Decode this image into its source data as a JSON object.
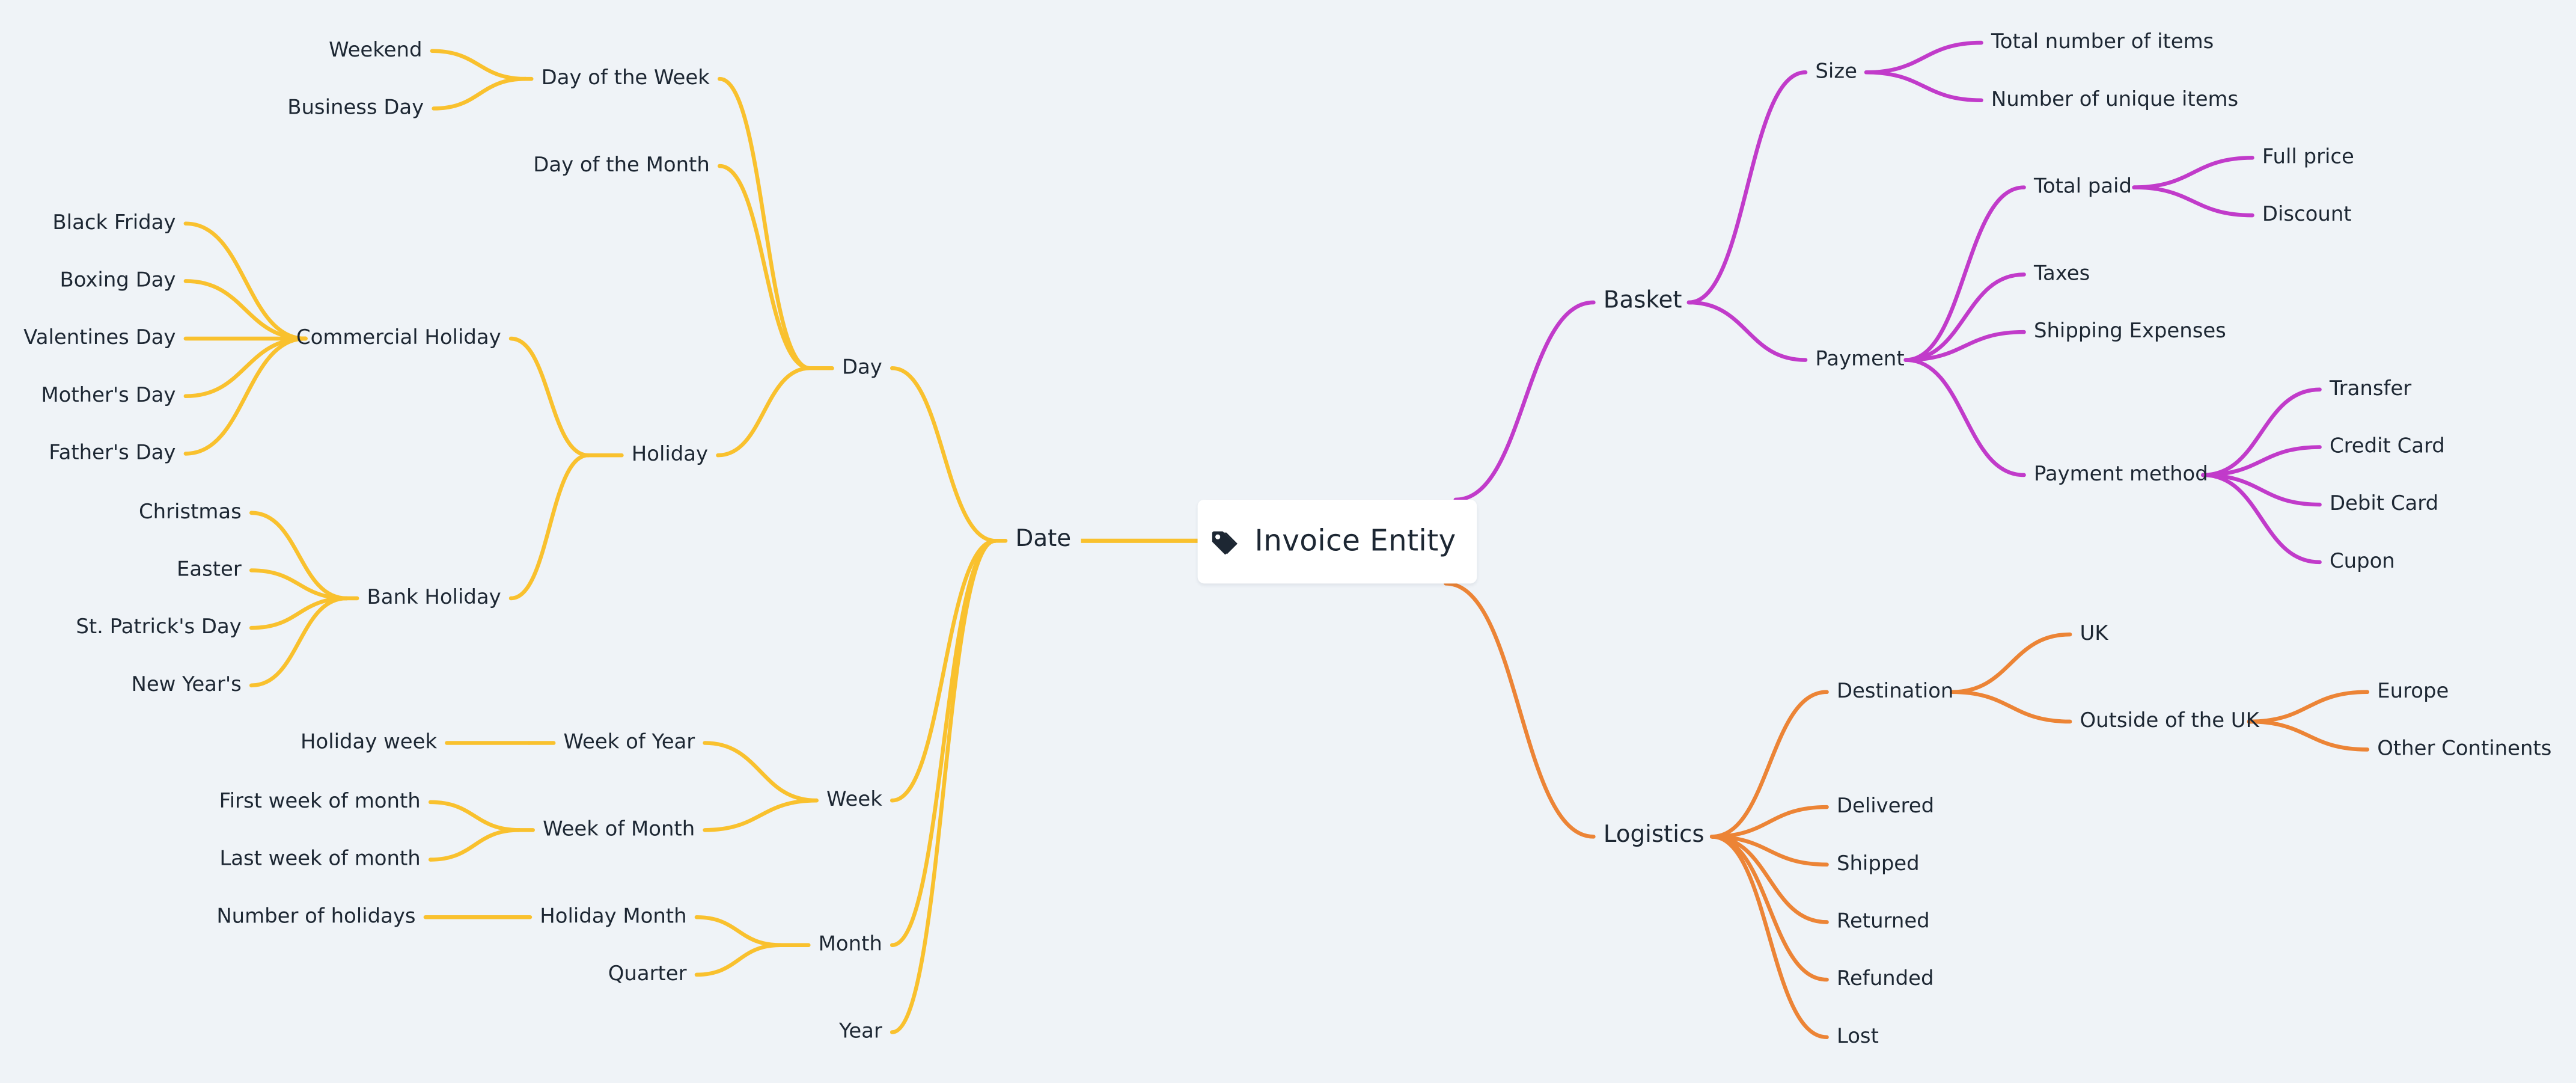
{
  "root": {
    "label": "Invoice Entity",
    "icon": "tag-icon"
  },
  "colors": {
    "date": "#f9c12e",
    "basket": "#c13bca",
    "logistics": "#ec8436",
    "text": "#1d2733",
    "background": "#eff3f7"
  },
  "branches": [
    {
      "key": "date",
      "label": "Date",
      "side": "L",
      "color": "#f9c12e",
      "children": [
        {
          "label": "Day",
          "children": [
            {
              "label": "Day of the Week",
              "children": [
                {
                  "label": "Weekend"
                },
                {
                  "label": "Business Day"
                }
              ]
            },
            {
              "label": "Day of the Month"
            },
            {
              "label": "Holiday",
              "children": [
                {
                  "label": "Commercial Holiday",
                  "children": [
                    {
                      "label": "Black Friday"
                    },
                    {
                      "label": "Boxing Day"
                    },
                    {
                      "label": "Valentines Day"
                    },
                    {
                      "label": "Mother's Day"
                    },
                    {
                      "label": "Father's Day"
                    }
                  ]
                },
                {
                  "label": "Bank Holiday",
                  "children": [
                    {
                      "label": "Christmas"
                    },
                    {
                      "label": "Easter"
                    },
                    {
                      "label": "St. Patrick's Day"
                    },
                    {
                      "label": "New Year's"
                    }
                  ]
                }
              ]
            }
          ]
        },
        {
          "label": "Week",
          "children": [
            {
              "label": "Week of Year",
              "children": [
                {
                  "label": "Holiday week"
                }
              ]
            },
            {
              "label": "Week of Month",
              "children": [
                {
                  "label": "First week of month"
                },
                {
                  "label": "Last week of month"
                }
              ]
            }
          ]
        },
        {
          "label": "Month",
          "children": [
            {
              "label": "Holiday Month",
              "children": [
                {
                  "label": "Number of holidays"
                }
              ]
            },
            {
              "label": "Quarter"
            }
          ]
        },
        {
          "label": "Year"
        }
      ]
    },
    {
      "key": "basket",
      "label": "Basket",
      "side": "R",
      "color": "#c13bca",
      "children": [
        {
          "label": "Size",
          "children": [
            {
              "label": "Total number of items"
            },
            {
              "label": "Number of unique items"
            }
          ]
        },
        {
          "label": "Payment",
          "children": [
            {
              "label": "Total paid",
              "children": [
                {
                  "label": "Full price"
                },
                {
                  "label": "Discount"
                }
              ]
            },
            {
              "label": "Taxes"
            },
            {
              "label": "Shipping Expenses"
            },
            {
              "label": "Payment method",
              "children": [
                {
                  "label": "Transfer"
                },
                {
                  "label": "Credit Card"
                },
                {
                  "label": "Debit Card"
                },
                {
                  "label": "Cupon"
                }
              ]
            }
          ]
        }
      ]
    },
    {
      "key": "logistics",
      "label": "Logistics",
      "side": "R",
      "color": "#ec8436",
      "children": [
        {
          "label": "Destination",
          "children": [
            {
              "label": "UK"
            },
            {
              "label": "Outside of the UK",
              "children": [
                {
                  "label": "Europe"
                },
                {
                  "label": "Other Continents"
                }
              ]
            }
          ]
        },
        {
          "label": "Delivered"
        },
        {
          "label": "Shipped"
        },
        {
          "label": "Returned"
        },
        {
          "label": "Refunded"
        },
        {
          "label": "Lost"
        }
      ]
    }
  ]
}
